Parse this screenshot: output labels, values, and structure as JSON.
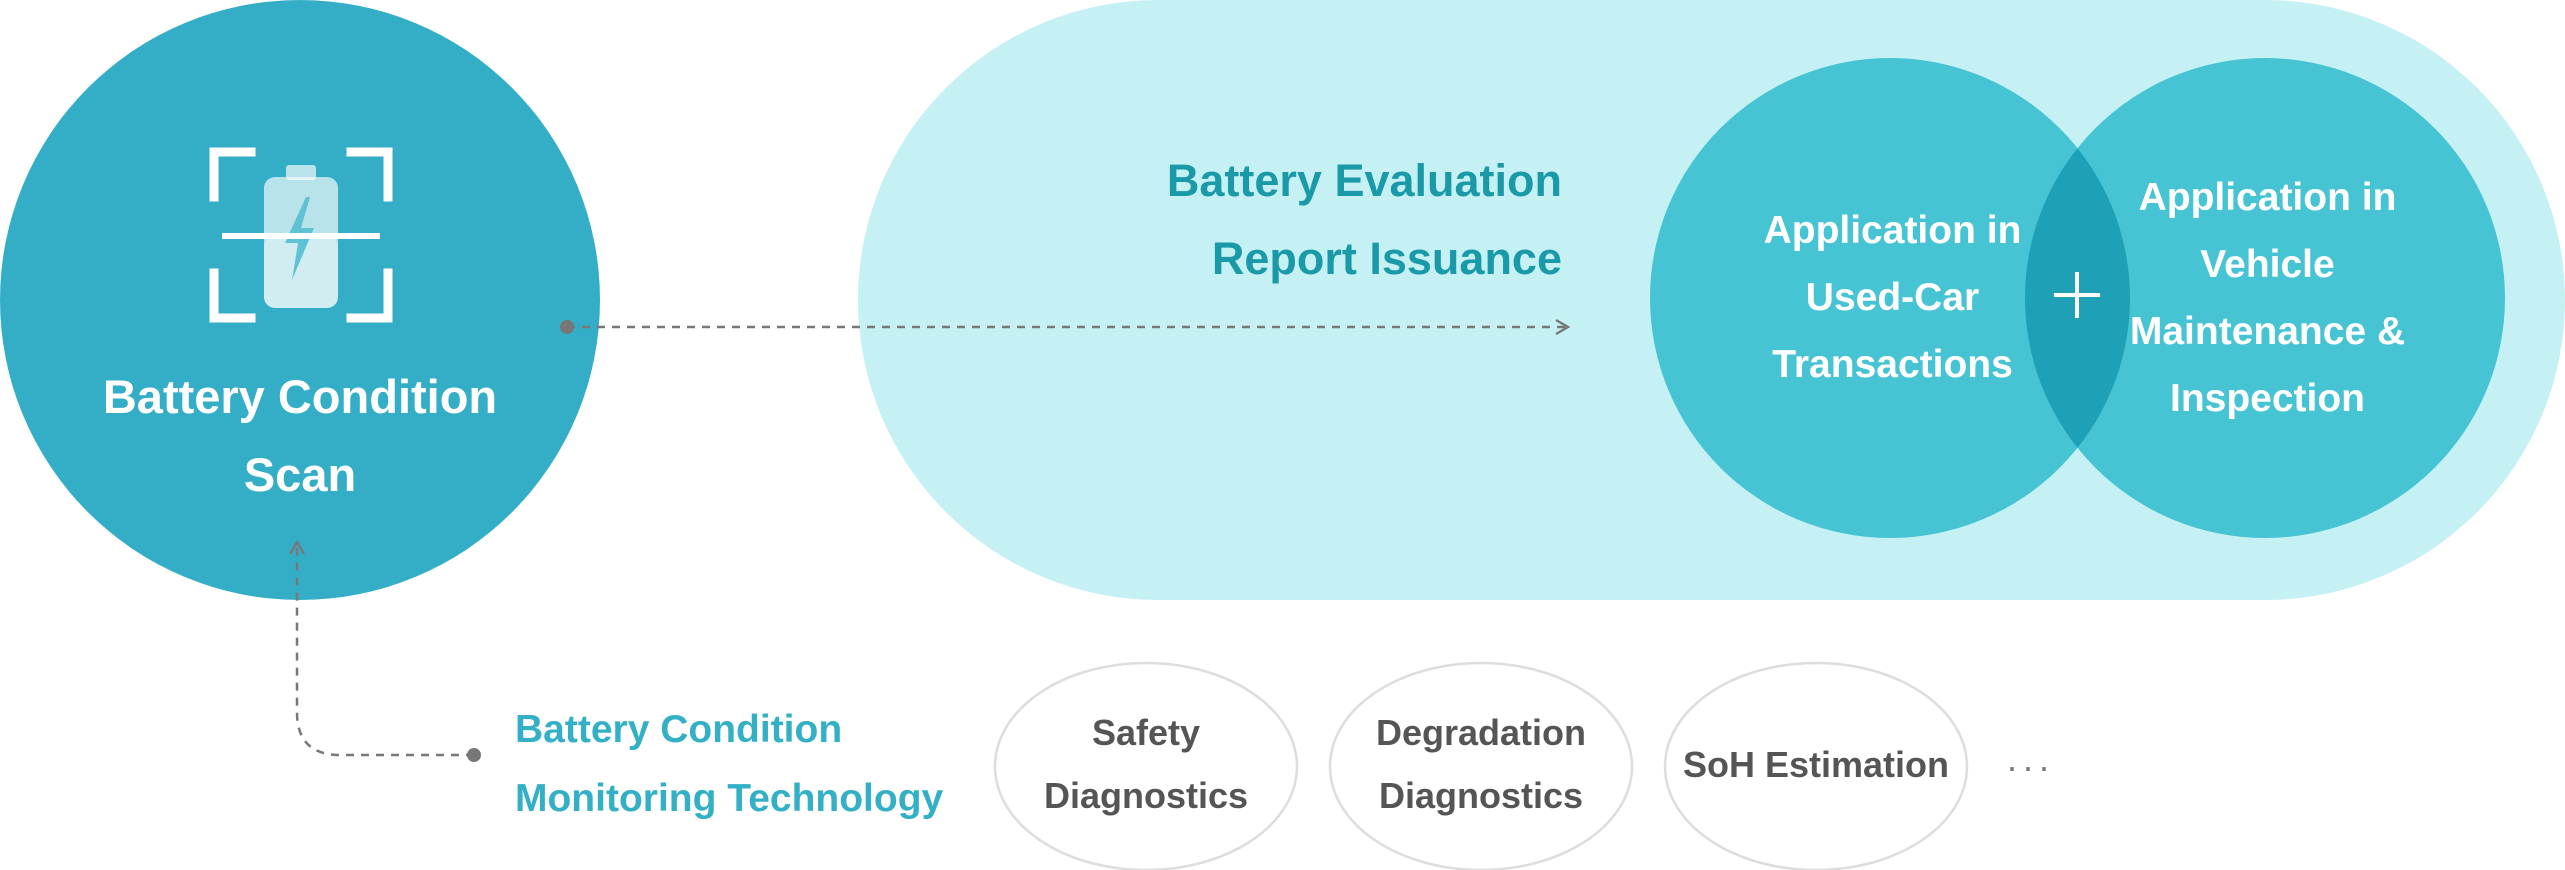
{
  "scan_node": {
    "title_line1": "Battery Condition",
    "title_line2": "Scan",
    "icon": "battery-scan-icon"
  },
  "report_node": {
    "title_line1": "Battery Evaluation",
    "title_line2": "Report Issuance"
  },
  "applications": {
    "used_car": {
      "line1": "Application in",
      "line2": "Used-Car",
      "line3": "Transactions"
    },
    "maintenance": {
      "line1": "Application in",
      "line2": "Vehicle",
      "line3": "Maintenance &",
      "line4": "Inspection"
    },
    "combine_icon": "plus-icon"
  },
  "monitoring": {
    "title_line1": "Battery Condition",
    "title_line2": "Monitoring Technology",
    "items": [
      {
        "line1": "Safety",
        "line2": "Diagnostics"
      },
      {
        "line1": "Degradation",
        "line2": "Diagnostics"
      },
      {
        "line1": "SoH Estimation"
      }
    ],
    "more": "···"
  },
  "colors": {
    "scan_circle": "#34aec6",
    "report_pill_bg": "#c6f1f4",
    "application_circle": "#47c4d4",
    "overlap": "#1ea1b6",
    "report_text": "#1a9aa8",
    "monitor_text": "#34b0c6",
    "connector": "#777777"
  }
}
